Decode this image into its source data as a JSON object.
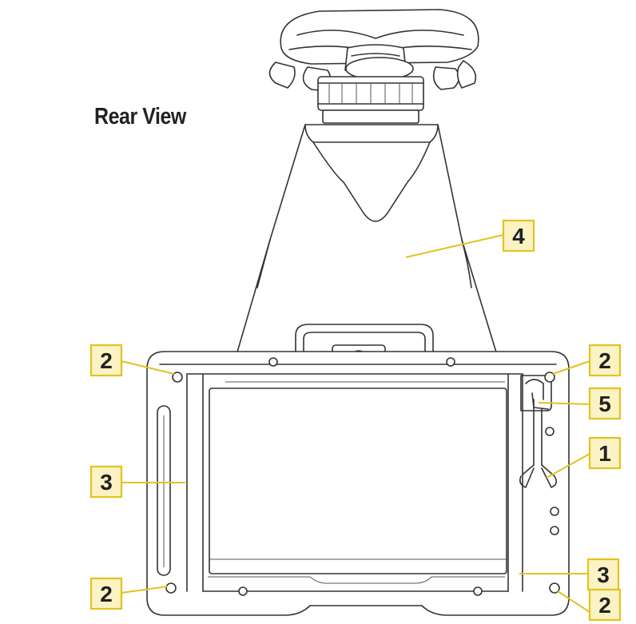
{
  "title": "Rear View",
  "callouts": [
    {
      "id": "tl-screw",
      "label": "2"
    },
    {
      "id": "tr-screw",
      "label": "2"
    },
    {
      "id": "latch",
      "label": "5"
    },
    {
      "id": "hook",
      "label": "1"
    },
    {
      "id": "left-side",
      "label": "3"
    },
    {
      "id": "right-side",
      "label": "3"
    },
    {
      "id": "bl-screw",
      "label": "2"
    },
    {
      "id": "br-screw",
      "label": "2"
    },
    {
      "id": "hood",
      "label": "4"
    }
  ],
  "colors": {
    "callout_fill": "#fbf3c4",
    "callout_stroke": "#e1c31f",
    "line_art": "#333333"
  }
}
